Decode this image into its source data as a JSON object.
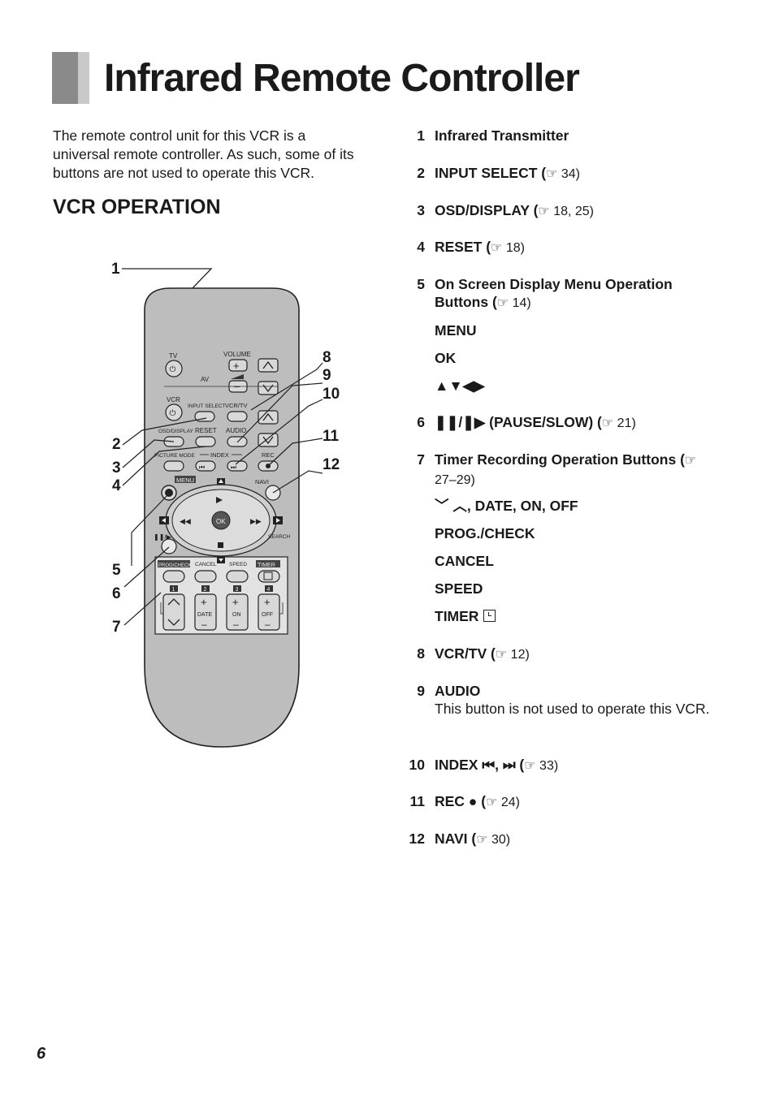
{
  "page": {
    "title": "Infrared Remote Controller",
    "intro": "The remote control unit for this VCR is a universal remote controller. As such, some of its buttons are not used to operate this VCR.",
    "section_heading": "VCR OPERATION",
    "page_number": "6"
  },
  "remote": {
    "labels": {
      "tv": "TV",
      "volume": "VOLUME",
      "av": "AV",
      "vcr": "VCR",
      "input_select": "INPUT SELECT",
      "vcr_tv": "VCR/TV",
      "osd_display": "OSD/DISPLAY",
      "reset": "RESET",
      "audio": "AUDIO",
      "picture_mode": "PICTURE MODE",
      "index": "INDEX",
      "rec": "REC",
      "menu": "MENU",
      "navi": "NAVI",
      "ok": "OK",
      "search": "SEARCH",
      "prog_check": "PROG/CHECK",
      "cancel": "CANCEL",
      "speed": "SPEED",
      "timer": "TIMER",
      "digit1": "1",
      "digit2": "2",
      "digit3": "3",
      "digit4": "4",
      "date": "DATE",
      "on": "ON",
      "off": "OFF"
    },
    "callouts": {
      "c1": "1",
      "c2": "2",
      "c3": "3",
      "c4": "4",
      "c5": "5",
      "c6": "6",
      "c7": "7",
      "c8": "8",
      "c9": "9",
      "c10": "10",
      "c11": "11",
      "c12": "12"
    }
  },
  "items": [
    {
      "num": "1",
      "text": "Infrared  Transmitter",
      "ref": ""
    },
    {
      "num": "2",
      "text": "INPUT SELECT (",
      "ref": "☞ 34)"
    },
    {
      "num": "3",
      "text": "OSD/DISPLAY (",
      "ref": "☞ 18, 25)"
    },
    {
      "num": "4",
      "text": "RESET (",
      "ref": "☞ 18)"
    },
    {
      "num": "5",
      "text": "On Screen Display Menu Operation Buttons (",
      "ref": "☞ 14)",
      "subs": [
        "MENU",
        "OK",
        "▲▼◀▶"
      ]
    },
    {
      "num": "6",
      "text": "❚❚/❚▶ (PAUSE/SLOW) (",
      "ref": "☞ 21)"
    },
    {
      "num": "7",
      "text": "Timer Recording Operation Buttons (",
      "ref": "☞ 27–29)",
      "subs": [
        "﹀ ︿, DATE, ON, OFF",
        "PROG./CHECK",
        "CANCEL",
        "SPEED",
        "TIMER"
      ]
    },
    {
      "num": "8",
      "text": "VCR/TV (",
      "ref": "☞ 12)"
    },
    {
      "num": "9",
      "text": "AUDIO",
      "ref": "",
      "note": "This button is not used to operate this VCR."
    },
    {
      "num": "10",
      "text": "INDEX ⏮, ⏭ (",
      "ref": "☞ 33)"
    },
    {
      "num": "11",
      "text": "REC ● (",
      "ref": "☞ 24)"
    },
    {
      "num": "12",
      "text": "NAVI (",
      "ref": "☞ 30)"
    }
  ]
}
